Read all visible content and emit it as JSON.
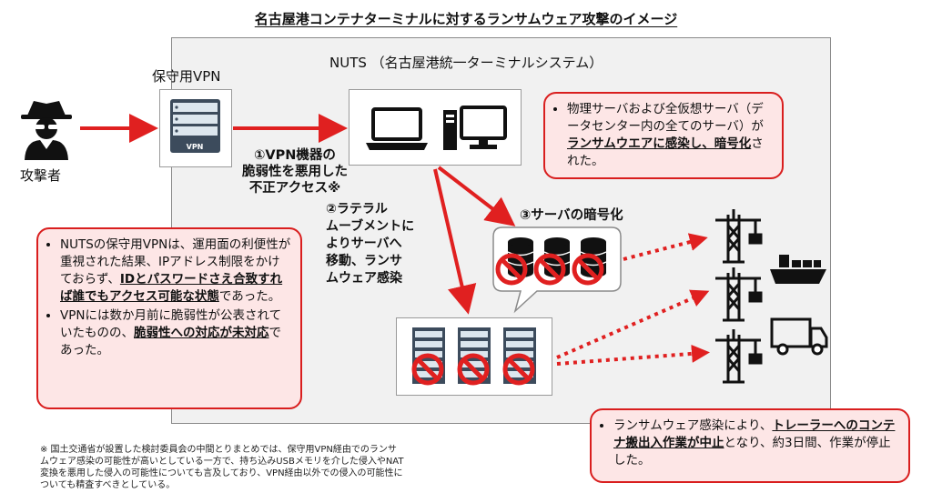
{
  "title": "名古屋港コンテナターミナルに対するランサムウェア攻撃のイメージ",
  "nuts_label": "NUTS （名古屋港統一ターミナルシステム）",
  "vpn_label": "保守用VPN",
  "vpn_badge": "VPN",
  "attacker_label": "攻撃者",
  "step1": [
    "①VPN機器の",
    "脆弱性を悪用した",
    "不正アクセス※"
  ],
  "step2": [
    "②ラテラル",
    "ムーブメントに",
    "よりサーバへ",
    "移動、ランサ",
    "ムウェア感染"
  ],
  "step3": "③サーバの暗号化",
  "callout_top": {
    "pre": "物理サーバおよび全仮想サーバ（データセンター内の全てのサーバ）が",
    "emph": "ランサムウエアに感染し、暗号化",
    "post": "された。"
  },
  "callout_left": [
    {
      "pre": "NUTSの保守用VPNは、運用面の利便性が重視された結果、IPアドレス制限をかけておらず、",
      "emph": "IDとパスワードさえ合致すれば誰でもアクセス可能な状態",
      "post": "であった。"
    },
    {
      "pre": "VPNには数か月前に脆弱性が公表されていたものの、",
      "emph": "脆弱性への対応が未対応",
      "post": "であった。"
    }
  ],
  "callout_bottom": {
    "pre": "ランサムウェア感染により、",
    "emph": "トレーラーへのコンテナ搬出入作業が中止",
    "post": "となり、約3日間、作業が停止した。"
  },
  "footnote": "※ 国土交通省が設置した検討委員会の中間とりまとめでは、保守用VPN経由でのランサムウェア感染の可能性が高いとしている一方で、持ち込みUSBメモリを介した侵入やNAT変換を悪用した侵入の可能性についても言及しており、VPN経由以外での侵入の可能性についても精査すべきとしている。",
  "colors": {
    "accent_red": "#e02020",
    "callout_fill": "#fde6e6",
    "server_dark": "#3c4b5c"
  }
}
